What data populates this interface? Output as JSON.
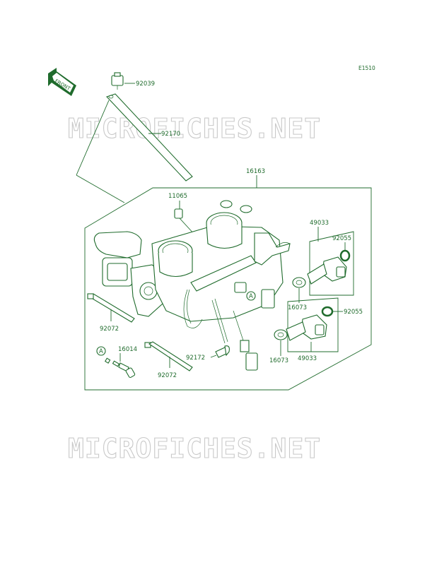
{
  "diagram_code": "E1510",
  "front_label": "FRONT",
  "watermark": "MICROFICHES.NET",
  "parts": {
    "p92039": "92039",
    "p92170": "92170",
    "p16163": "16163",
    "p11065": "11065",
    "p49033_top": "49033",
    "p92055_top": "92055",
    "p16073_top": "16073",
    "p92055_mid": "92055",
    "p92072_left": "92072",
    "p16014": "16014",
    "p92072_bottom": "92072",
    "p92172": "92172",
    "p16073_bottom": "16073",
    "p49033_bottom": "49033"
  },
  "callouts": {
    "a_left": "A",
    "a_center": "A"
  },
  "colors": {
    "line": "#1f6b2c",
    "watermark": "#c9c9c9"
  }
}
